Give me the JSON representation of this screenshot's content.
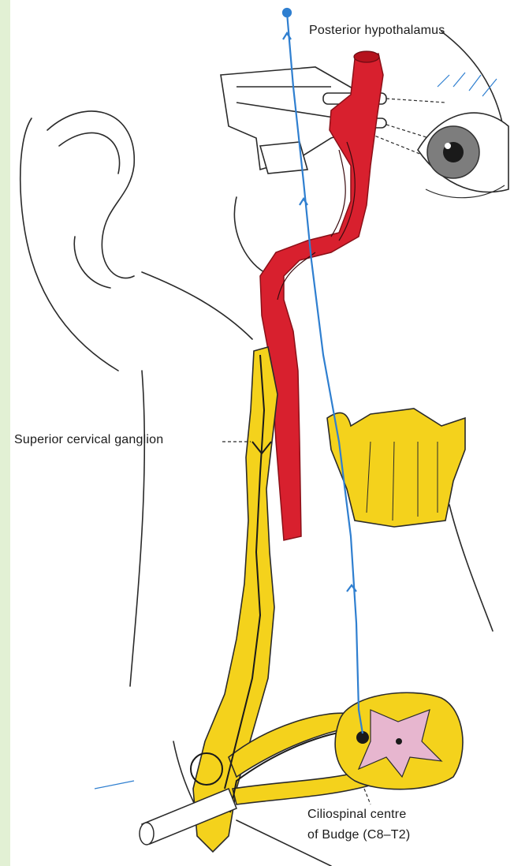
{
  "labels": {
    "posterior_hypothalamus": "Posterior hypothalamus",
    "superior_cervical_ganglion": "Superior cervical ganglion",
    "ciliospinal_line1": "Ciliospinal centre",
    "ciliospinal_line2": "of Budge (C8–T2)"
  },
  "colors": {
    "background_border": "#e2f0d4",
    "artery": "#d8202e",
    "sympathetic_chain": "#f4d21c",
    "neuron_path": "#2f7fd0",
    "spinal_grey_matter": "#e7b6cf",
    "outline": "#222222"
  }
}
